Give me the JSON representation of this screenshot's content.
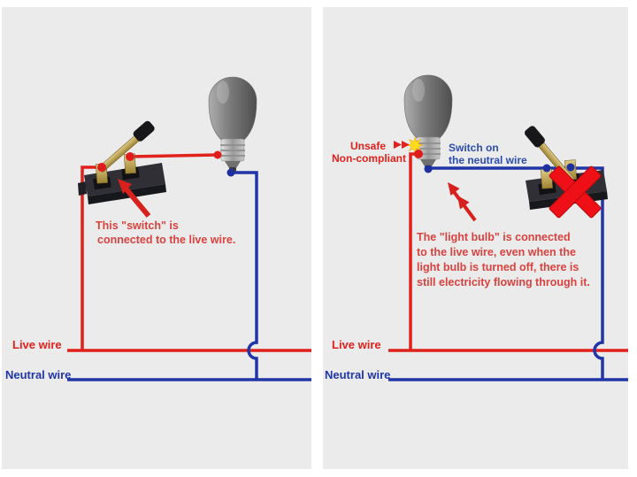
{
  "left_panel": {
    "annotation": {
      "line1": "This \"switch\" is",
      "line2": "connected to the live wire."
    },
    "live_label": "Live wire",
    "neutral_label": "Neutral wire"
  },
  "right_panel": {
    "unsafe_label": {
      "line1": "Unsafe",
      "line2": "Non-compliant"
    },
    "switch_note": {
      "line1": "Switch on",
      "line2": "the neutral wire"
    },
    "annotation": {
      "line1": "The \"light bulb\" is connected",
      "line2": "to the live wire, even when the",
      "line3": "light bulb is turned off, there is",
      "line4": "still electricity flowing through it."
    },
    "live_label": "Live wire",
    "neutral_label": "Neutral wire"
  },
  "colors": {
    "live_wire_red": "#e0211c",
    "neutral_wire_blue": "#2036a8",
    "annotation_red": "#d9423e",
    "note_blue": "#2b4db0",
    "warning_x_red": "#ee1016",
    "spark_yellow": "#ffdf1c",
    "panel_background": "#ebebeb"
  }
}
